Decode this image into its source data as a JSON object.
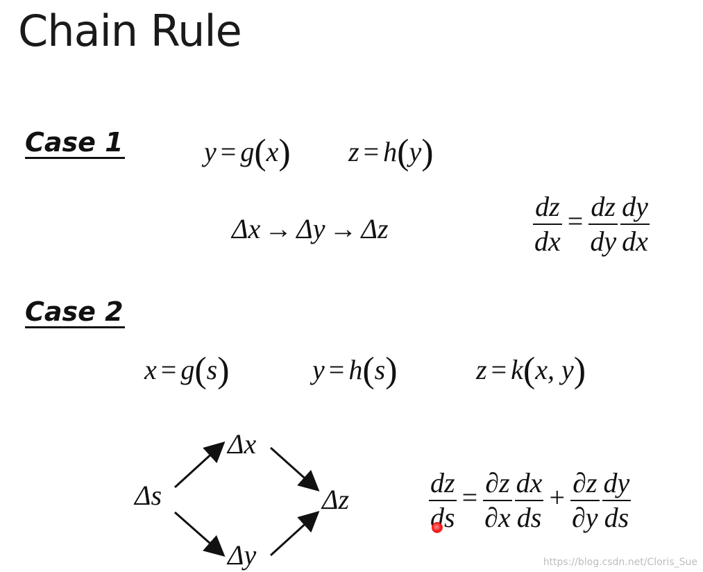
{
  "title": "Chain Rule",
  "case1": {
    "label": "Case 1",
    "eq_y": [
      "y",
      "=",
      "g",
      "x"
    ],
    "eq_z": [
      "z",
      "=",
      "h",
      "y"
    ],
    "flow": [
      "Δx",
      "→",
      "Δy",
      "→",
      "Δz"
    ],
    "derivative": {
      "lhs_num": "dz",
      "lhs_den": "dx",
      "r1_num": "dz",
      "r1_den": "dy",
      "r2_num": "dy",
      "r2_den": "dx",
      "equals": "="
    }
  },
  "case2": {
    "label": "Case 2",
    "eq_x": [
      "x",
      "=",
      "g",
      "s"
    ],
    "eq_y": [
      "y",
      "=",
      "h",
      "s"
    ],
    "eq_z": [
      "z",
      "=",
      "k",
      "x, y"
    ],
    "diagram": {
      "node_s": "Δs",
      "node_x": "Δx",
      "node_y": "Δy",
      "node_z": "Δz"
    },
    "derivative": {
      "lhs_num": "dz",
      "lhs_den": "ds",
      "t1a_num": "∂z",
      "t1a_den": "∂x",
      "t1b_num": "dx",
      "t1b_den": "ds",
      "t2a_num": "∂z",
      "t2a_den": "∂y",
      "t2b_num": "dy",
      "t2b_den": "ds",
      "equals": "=",
      "plus": "+"
    }
  },
  "watermark": "https://blog.csdn.net/Cloris_Sue",
  "colors": {
    "pointer_dot": "#e11111",
    "ink": "#111111"
  }
}
